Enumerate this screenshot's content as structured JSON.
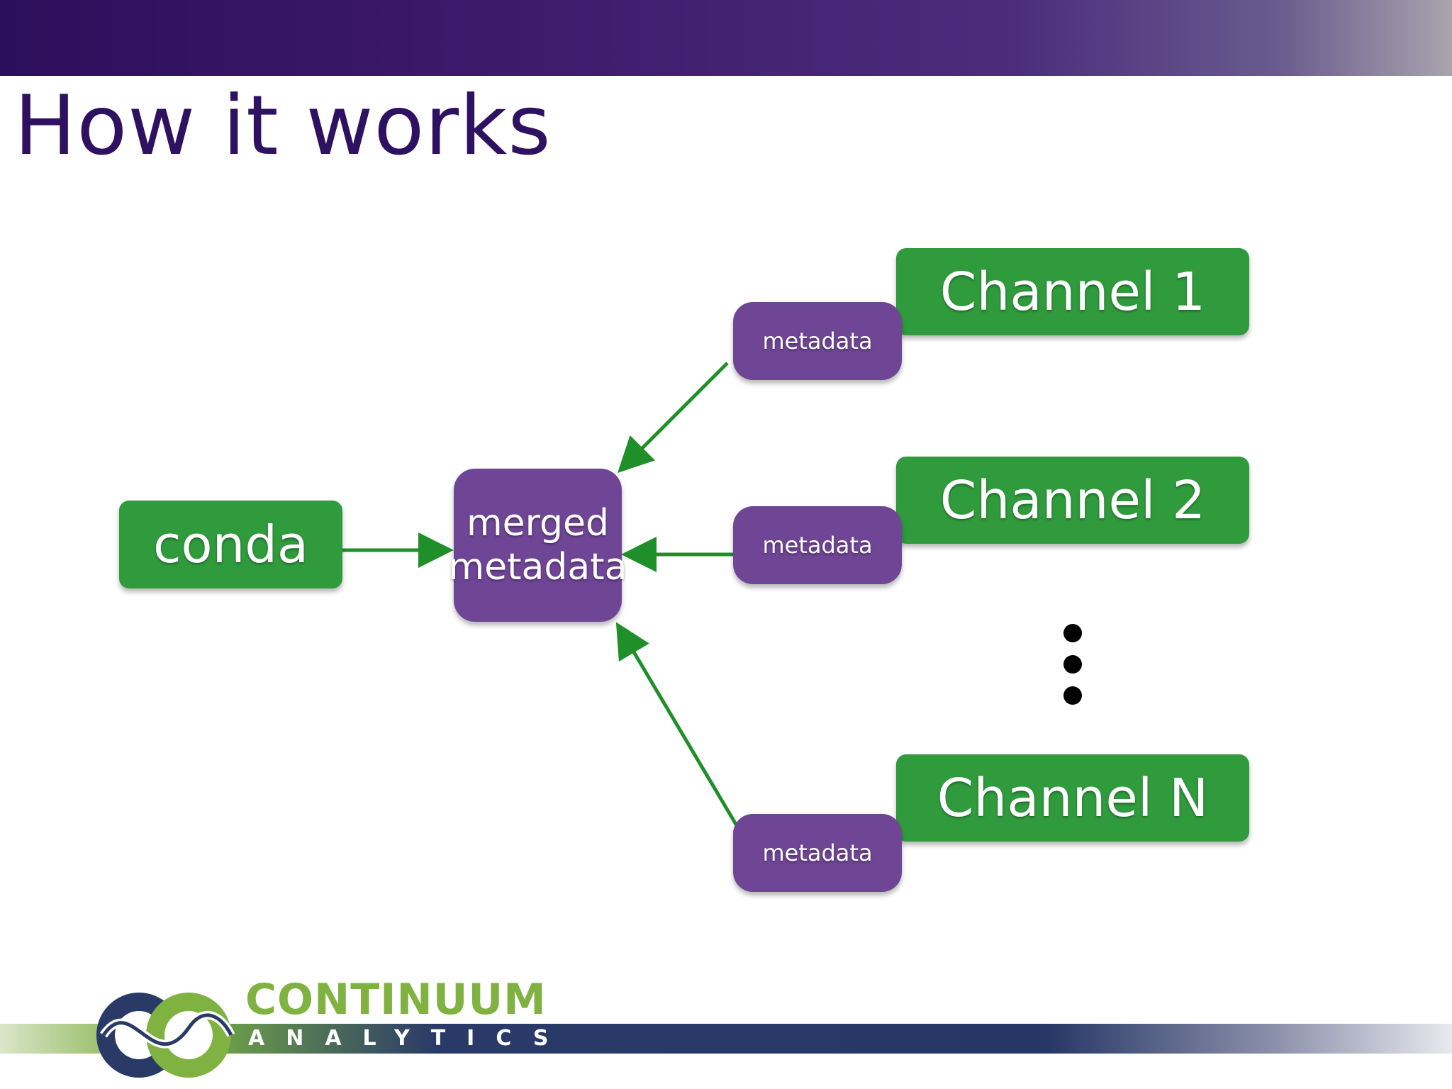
{
  "slide": {
    "title": "How it works"
  },
  "diagram": {
    "conda": "conda",
    "merged": "merged\nmetadata",
    "channels": [
      "Channel 1",
      "Channel 2",
      "Channel N"
    ],
    "metadata_label": "metadata",
    "colors": {
      "green": "#2f9b3d",
      "purple": "#6f4595",
      "arrow": "#1f8f2a"
    }
  },
  "logo": {
    "name": "CONTINUUM",
    "sub": "ANALYTICS"
  }
}
